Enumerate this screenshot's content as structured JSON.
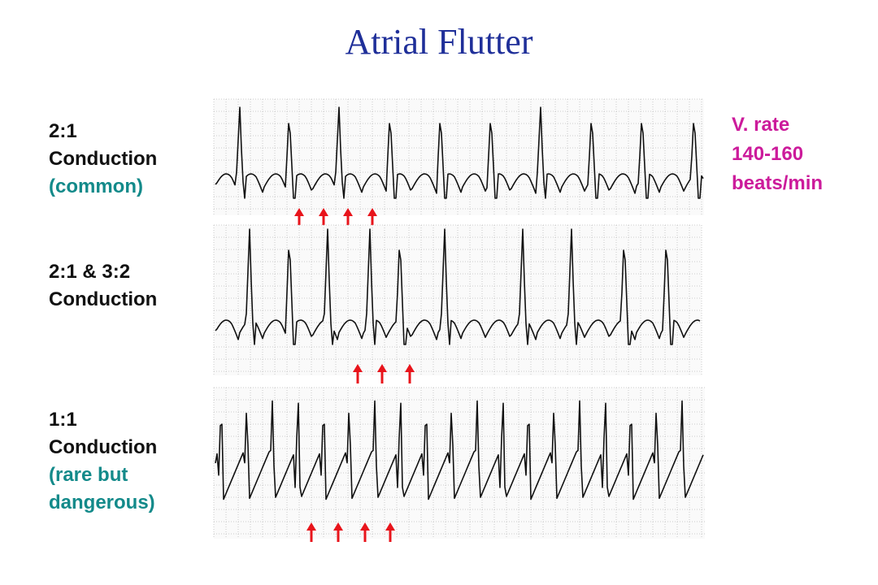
{
  "title": "Atrial Flutter",
  "ventricular_rate": {
    "line1": "V. rate",
    "line2": "140-160",
    "line3": "beats/min"
  },
  "strips": [
    {
      "ratio_label": "2:1",
      "conduction_label": "Conduction",
      "note_lines": [
        "(common)"
      ],
      "arrow_count": 4
    },
    {
      "ratio_label": "2:1 & 3:2",
      "conduction_label": "Conduction",
      "note_lines": [],
      "arrow_count": 3
    },
    {
      "ratio_label": "1:1",
      "conduction_label": "Conduction",
      "note_lines": [
        "(rare but",
        "dangerous)"
      ],
      "arrow_count": 4
    }
  ],
  "colors": {
    "title": "#1f2f99",
    "label_dark": "#111111",
    "label_note": "#138a8a",
    "rate_text": "#cc1b9b",
    "arrow": "#e8141b",
    "trace": "#111111",
    "grid": "#bdbdbd"
  }
}
